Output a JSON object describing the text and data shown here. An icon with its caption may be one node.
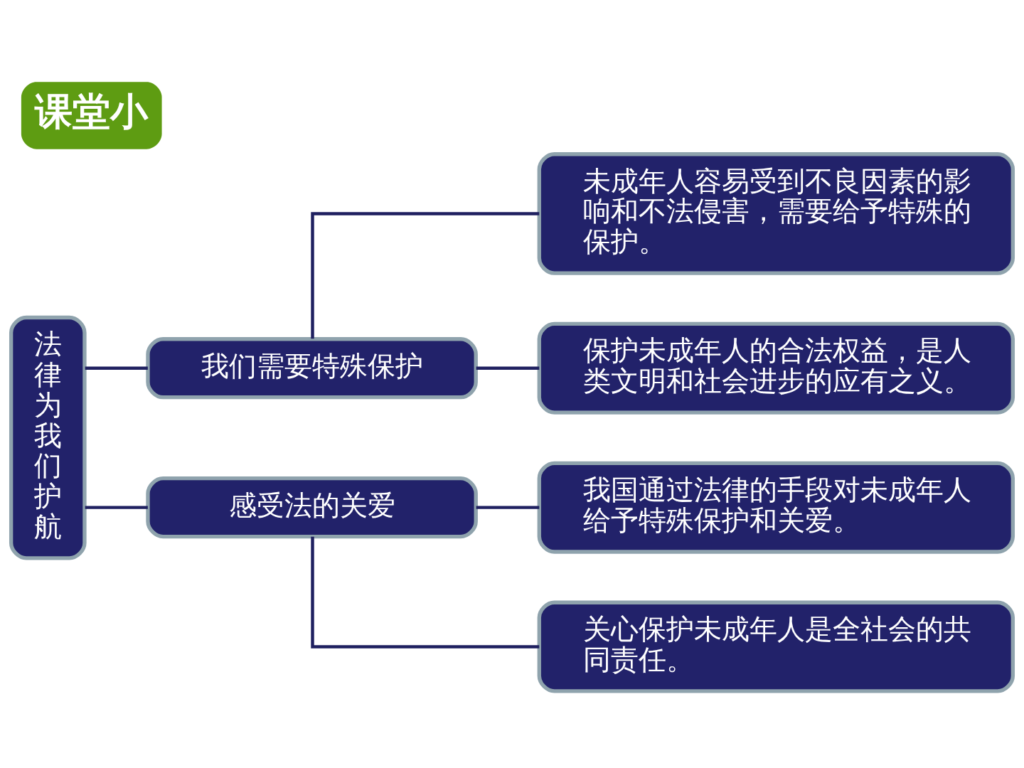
{
  "diagram": {
    "title": "课堂小",
    "nodes": [
      {
        "text": [
          "法律为我们护航"
        ]
      },
      {
        "text": [
          "我们需要特殊保护"
        ]
      },
      {
        "text": [
          "未成年人容易受到不良因素的影响和不法侵害，需要给予特殊的保护。"
        ]
      },
      {
        "text": [
          "保护未成年人的合法权益，是人类文明和社会进步的应有之义。"
        ]
      },
      {
        "text": [
          "感受法的关爱"
        ]
      },
      {
        "text": [
          "我国通过法律的手段对未成年人给予特殊保护和关爱。"
        ]
      },
      {
        "text": [
          "关心保护未成年人是全社会的共同责任。"
        ]
      }
    ],
    "edges": [
      {
        "from": 0,
        "to": 1,
        "arrow": "none"
      },
      {
        "from": 0,
        "to": 4,
        "arrow": "none"
      },
      {
        "from": 1,
        "to": 2,
        "arrow": "none"
      },
      {
        "from": 1,
        "to": 3,
        "arrow": "none"
      },
      {
        "from": 4,
        "to": 5,
        "arrow": "none"
      },
      {
        "from": 4,
        "to": 6,
        "arrow": "none"
      }
    ]
  }
}
